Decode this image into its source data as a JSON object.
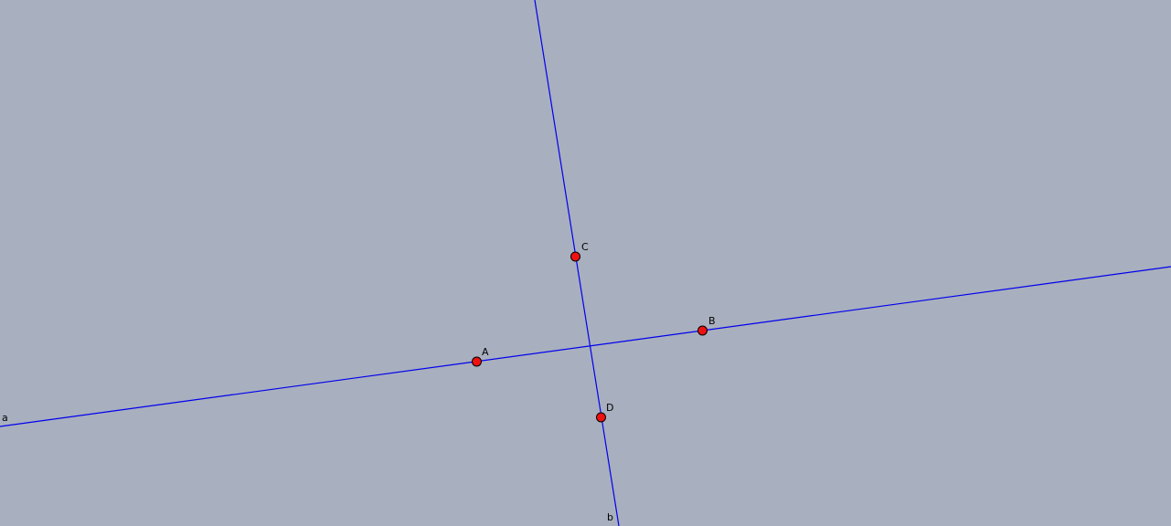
{
  "lines": [
    {
      "id": "a",
      "label": "a",
      "color": "#0000ee"
    },
    {
      "id": "b",
      "label": "b",
      "color": "#0000ee"
    }
  ],
  "points": [
    {
      "id": "A",
      "label": "A",
      "color": "#ee1111"
    },
    {
      "id": "B",
      "label": "B",
      "color": "#ee1111"
    },
    {
      "id": "C",
      "label": "C",
      "color": "#ee1111"
    },
    {
      "id": "D",
      "label": "D",
      "color": "#ee1111"
    }
  ],
  "background": "#a8afbe"
}
